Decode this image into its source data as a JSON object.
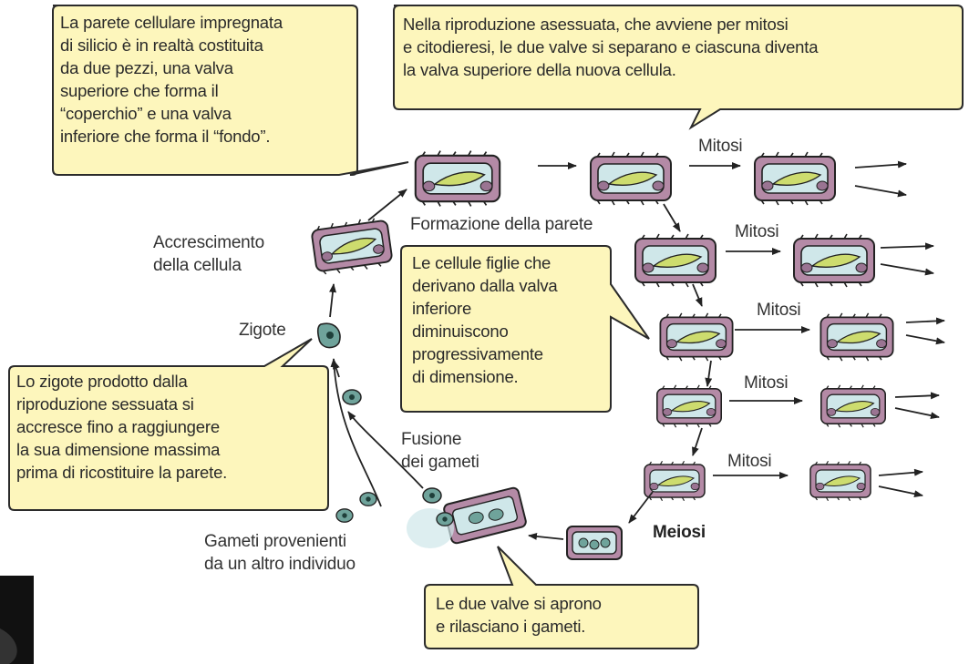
{
  "callouts": {
    "cell_wall": "La parete cellulare impregnata\ndi silicio è in realtà costituita\nda due pezzi, una valva\nsuperiore che forma il\n“coperchio” e una valva\ninferiore che forma il “fondo”.",
    "asexual": "Nella riproduzione asessuata, che avviene per mitosi\ne citodieresi, le due valve si separano e ciascuna diventa\nla valva superiore della nuova cellula.",
    "daughter_cells": "Le cellule figlie che\nderivano dalla valva\ninferiore\ndiminuiscono\nprogressivamente\ndi dimensione.",
    "zygote": "Lo zigote prodotto dalla\nriproduzione sessuata si\naccresce fino a raggiungere\nla sua dimensione massima\nprima di ricostituire la parete.",
    "valves_open": "Le due valve si aprono\ne rilasciano i gameti."
  },
  "labels": {
    "wall_formation": "Formazione della parete",
    "cell_growth": "Accrescimento\ndella cellula",
    "zygote": "Zigote",
    "gamete_fusion": "Fusione\ndei gameti",
    "gametes_other": "Gameti provenienti\nda un altro individuo",
    "meiosis": "Meiosi",
    "mitosis_1": "Mitosi",
    "mitosis_2": "Mitosi",
    "mitosis_3": "Mitosi",
    "mitosis_4": "Mitosi",
    "mitosis_5": "Mitosi"
  },
  "colors": {
    "callout_fill": "#fdf6bc",
    "callout_stroke": "#2b2b2b",
    "valve_fill": "#b48aa6",
    "interior_fill": "#cfe7e9",
    "chloroplast_fill": "#cddc6e",
    "nucleus_fill": "#9a7492",
    "zygote_fill": "#6fa39b",
    "arrow": "#222222"
  }
}
